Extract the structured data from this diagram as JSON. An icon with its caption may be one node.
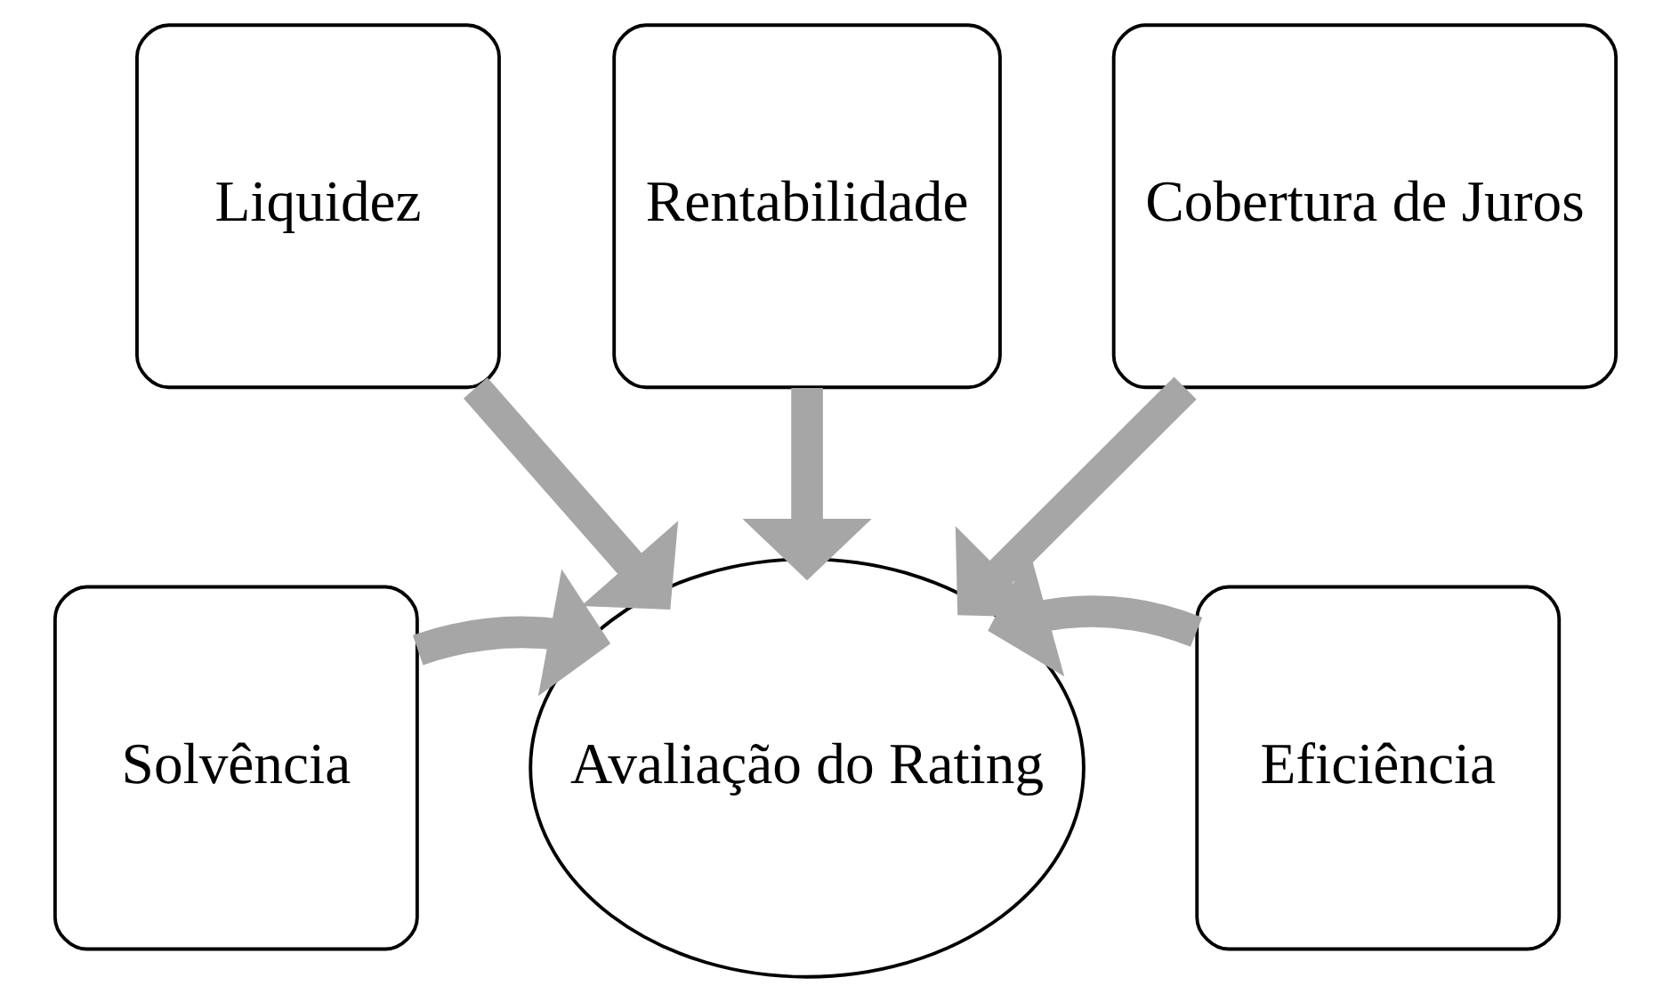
{
  "diagram": {
    "nodes": [
      {
        "text": [
          "Rentabilidade"
        ]
      },
      {
        "text": [
          "Liquidez"
        ]
      },
      {
        "text": [
          "Cobertura de Juros"
        ]
      },
      {
        "text": [
          "Solvência"
        ]
      },
      {
        "text": [
          "Avaliação do Rating"
        ]
      },
      {
        "text": [
          "Eficiência"
        ]
      }
    ],
    "edges": [
      {
        "from": 1,
        "to": 4,
        "arrow": "to"
      },
      {
        "from": 0,
        "to": 4,
        "arrow": "to"
      },
      {
        "from": 2,
        "to": 4,
        "arrow": "to"
      },
      {
        "from": 3,
        "to": 4,
        "arrow": "to"
      },
      {
        "from": 5,
        "to": 4,
        "arrow": "to"
      }
    ]
  }
}
